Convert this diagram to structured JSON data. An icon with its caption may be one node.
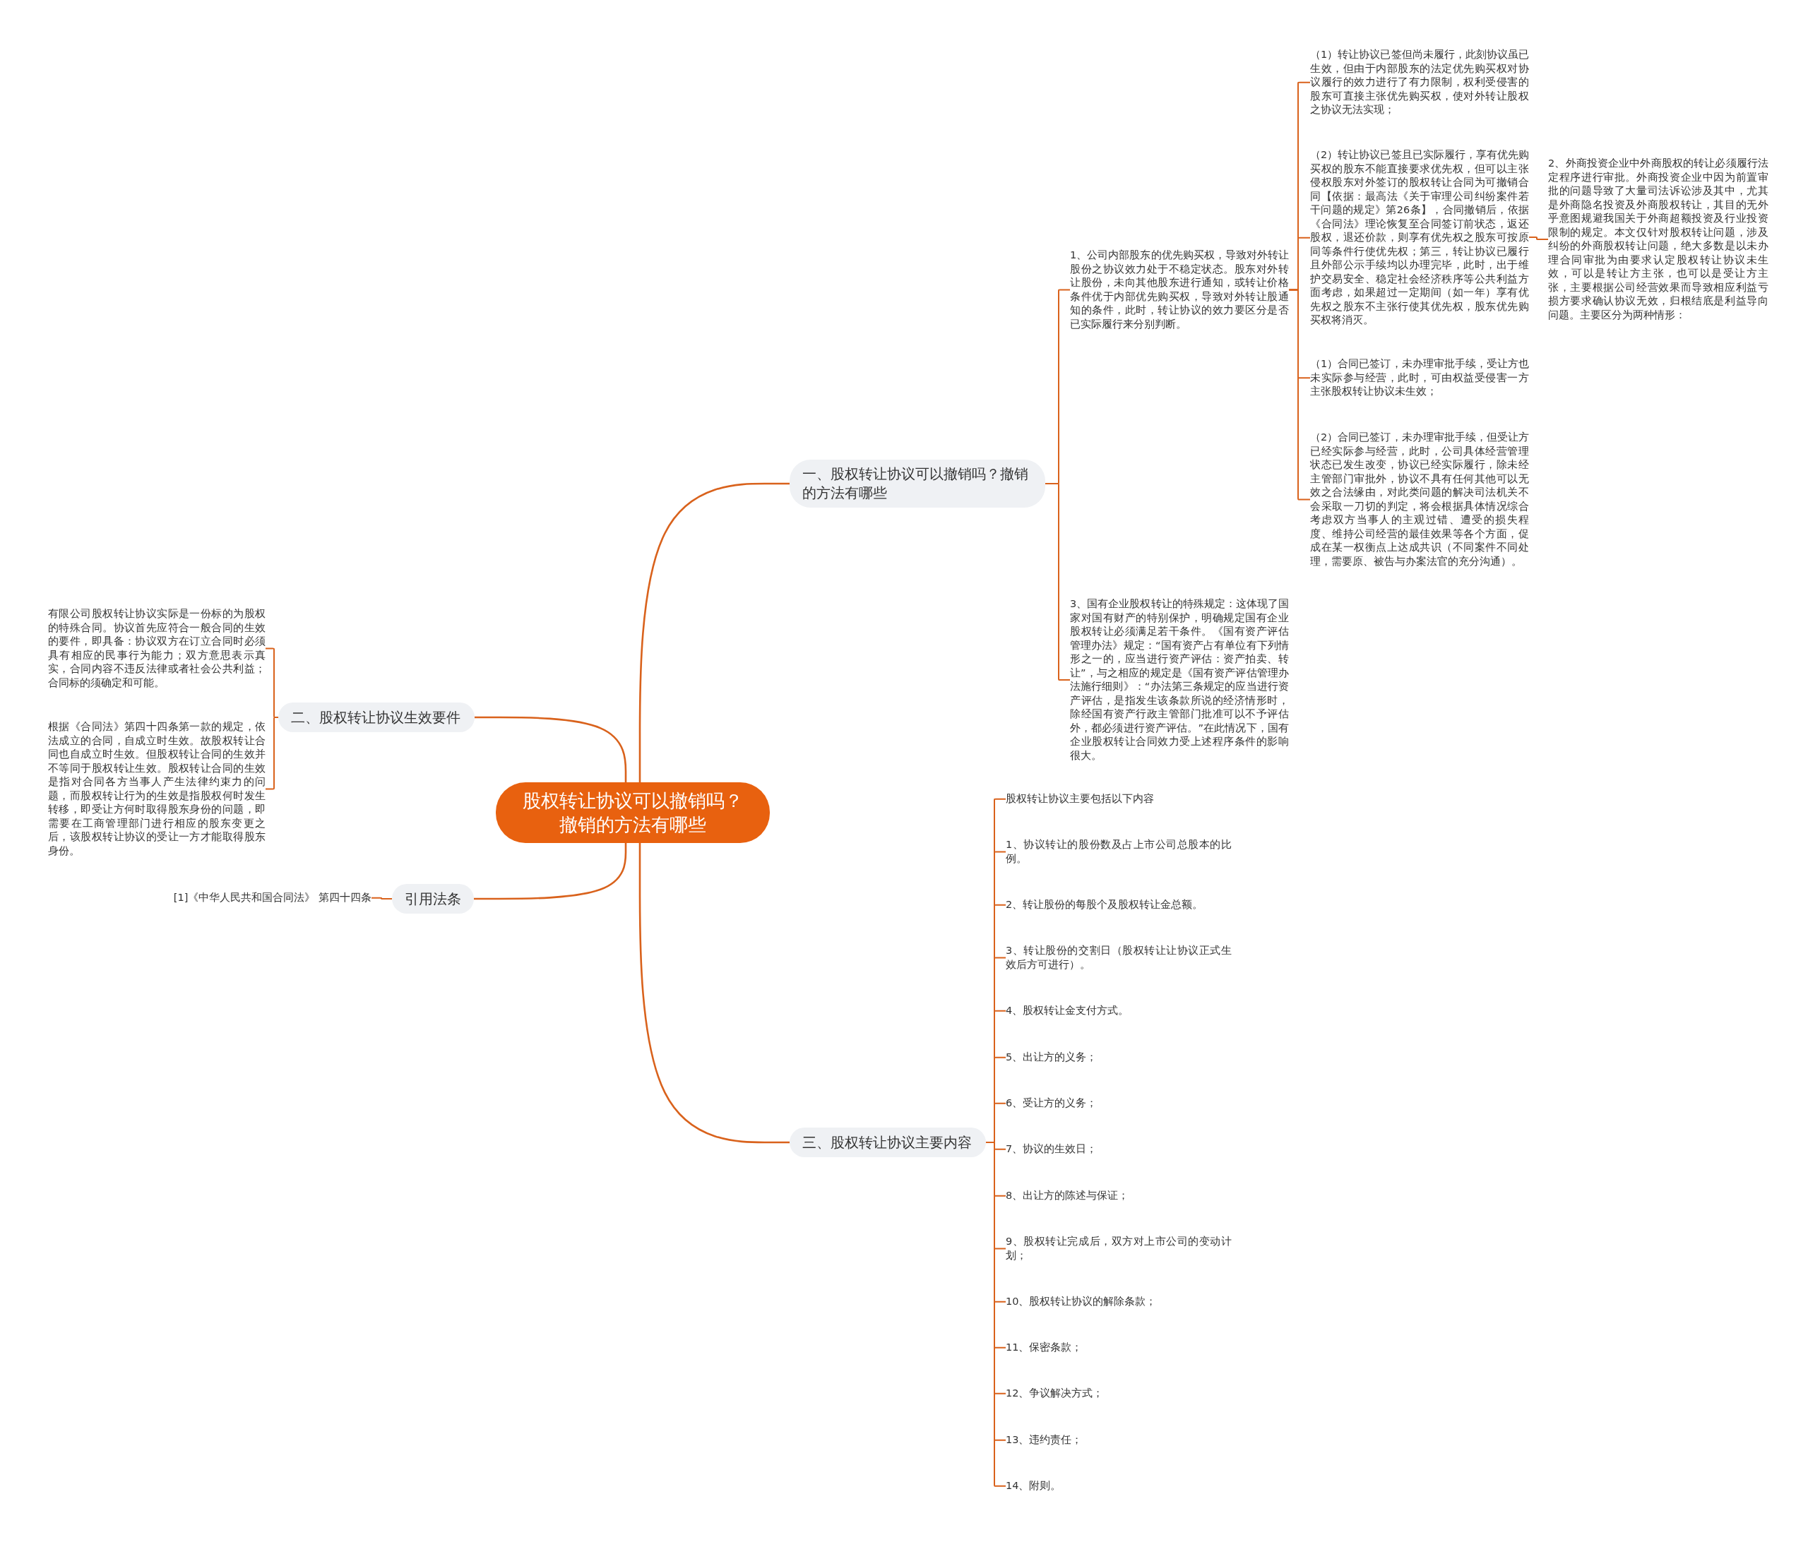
{
  "diagram": {
    "nodes": [
      {
        "text": [
          "股权转让协议可以撤销吗？撤销的方法有哪些"
        ]
      },
      {
        "text": [
          "一、股权转让协议可以撤销吗？撤销的方法有哪些"
        ]
      },
      {
        "text": [
          "1、公司内部股东的优先购买权，导致对外转让股份之协议效力处于不稳定状态。股东对外转让股份，未向其他股东进行通知，或转让价格条件优于内部优先购买权，导致对外转让股通知的条件，此时，转让协议的效力要区分是否已实际履行来分别判断。"
        ]
      },
      {
        "text": [
          "（1）转让协议已签但尚未履行，此刻协议虽已生效，但由于内部股东的法定优先购买权对协议履行的效力进行了有力限制，权利受侵害的股东可直接主张优先购买权，使对外转让股权之协议无法实现；"
        ]
      },
      {
        "text": [
          "（2）转让协议已签且已实际履行，享有优先购买权的股东不能直接要求优先权，但可以主张侵权股东对外签订的股权转让合同为可撤销合同【依据：最高法《关于审理公司纠纷案件若干问题的规定》第26条】，合同撤销后，依据《合同法》理论恢复至合同签订前状态，返还股权，退还价款，则享有优先权之股东可按原同等条件行使优先权；第三，转让协议已履行且外部公示手续均以办理完毕，此时，出于维护交易安全、稳定社会经济秩序等公共利益方面考虑，如果超过一定期间（如一年）享有优先权之股东不主张行使其优先权，股东优先购买权将消灭。"
        ]
      },
      {
        "text": [
          "2、外商投资企业中外商股权的转让必须履行法定程序进行审批。外商投资企业中因为前置审批的问题导致了大量司法诉讼涉及其中，尤其是外商隐名投资及外商股权转让，其目的无外乎意图规避我国关于外商超额投资及行业投资限制的规定。本文仅针对股权转让问题，涉及纠纷的外商股权转让问题，绝大多数是以未办理合同审批为由要求认定股权转让协议未生效，可以是转让方主张，也可以是受让方主张，主要根据公司经营效果而导致相应利益亏损方要求确认协议无效，归根结底是利益导向问题。主要区分为两种情形："
        ]
      },
      {
        "text": [
          "（1）合同已签订，未办理审批手续，受让方也未实际参与经营，此时，可由权益受侵害一方主张股权转让协议未生效；"
        ]
      },
      {
        "text": [
          "（2）合同已签订，未办理审批手续，但受让方已经实际参与经营，此时，公司具体经营管理状态已发生改变，协议已经实际履行，除未经主管部门审批外，协议不具有任何其他可以无效之合法缘由，对此类问题的解决司法机关不会采取一刀切的判定，将会根据具体情况综合考虑双方当事人的主观过错、遭受的损失程度、维持公司经营的最佳效果等各个方面，促成在某一权衡点上达成共识（不同案件不同处理，需要原、被告与办案法官的充分沟通）。"
        ]
      },
      {
        "text": [
          "3、国有企业股权转让的特殊规定：这体现了国家对国有财产的特别保护，明确规定国有企业股权转让必须满足若干条件。《国有资产评估管理办法》规定：“国有资产占有单位有下列情形之一的，应当进行资产评估：资产拍卖、转让”，与之相应的规定是《国有资产评估管理办法施行细则》：“办法第三条规定的应当进行资产评估，是指发生该条款所说的经济情形时，除经国有资产行政主管部门批准可以不予评估外，都必须进行资产评估。”在此情况下，国有企业股权转让合同效力受上述程序条件的影响很大。"
        ]
      },
      {
        "text": [
          "二、股权转让协议生效要件"
        ]
      },
      {
        "text": [
          "有限公司股权转让协议实际是一份标的为股权的特殊合同。协议首先应符合一般合同的生效的要件，即具备：协议双方在订立合同时必须具有相应的民事行为能力；双方意思表示真实，合同内容不违反法律或者社会公共利益；合同标的须确定和可能。"
        ]
      },
      {
        "text": [
          "根据《合同法》第四十四条第一款的规定，依法成立的合同，自成立时生效。故股权转让合同也自成立时生效。但股权转让合同的生效并不等同于股权转让生效。股权转让合同的生效是指对合同各方当事人产生法律约束力的问题，而股权转让行为的生效是指股权何时发生转移，即受让方何时取得股东身份的问题，即需要在工商管理部门进行相应的股东变更之后，该股权转让协议的受让一方才能取得股东身份。"
        ]
      },
      {
        "text": [
          "引用法条"
        ]
      },
      {
        "text": [
          "[1]《中华人民共和国合同法》 第四十四条"
        ]
      },
      {
        "text": [
          "三、股权转让协议主要内容"
        ]
      },
      {
        "text": [
          "股权转让协议主要包括以下内容"
        ]
      },
      {
        "text": [
          "1、协议转让的股份数及占上市公司总股本的比例。"
        ]
      },
      {
        "text": [
          "2、转让股份的每股个及股权转让金总额。"
        ]
      },
      {
        "text": [
          "3、转让股份的交割日（股权转让让协议正式生效后方可进行）。"
        ]
      },
      {
        "text": [
          "4、股权转让金支付方式。"
        ]
      },
      {
        "text": [
          "5、出让方的义务；"
        ]
      },
      {
        "text": [
          "6、受让方的义务；"
        ]
      },
      {
        "text": [
          "7、协议的生效日；"
        ]
      },
      {
        "text": [
          "8、出让方的陈述与保证；"
        ]
      },
      {
        "text": [
          "9、股权转让完成后，双方对上市公司的变动计划；"
        ]
      },
      {
        "text": [
          "10、股权转让协议的解除条款；"
        ]
      },
      {
        "text": [
          "11、保密条款；"
        ]
      },
      {
        "text": [
          "12、争议解决方式；"
        ]
      },
      {
        "text": [
          "13、违约责任；"
        ]
      },
      {
        "text": [
          "14、附则。"
        ]
      }
    ],
    "edges": [
      {
        "from": 0,
        "to": 1,
        "arrow": "none"
      },
      {
        "from": 1,
        "to": 2,
        "arrow": "none"
      },
      {
        "from": 2,
        "to": 3,
        "arrow": "none"
      },
      {
        "from": 2,
        "to": 4,
        "arrow": "none"
      },
      {
        "from": 4,
        "to": 5,
        "arrow": "none"
      },
      {
        "from": 2,
        "to": 6,
        "arrow": "none"
      },
      {
        "from": 2,
        "to": 7,
        "arrow": "none"
      },
      {
        "from": 1,
        "to": 8,
        "arrow": "none"
      },
      {
        "from": 0,
        "to": 9,
        "arrow": "none"
      },
      {
        "from": 9,
        "to": 10,
        "arrow": "none"
      },
      {
        "from": 9,
        "to": 11,
        "arrow": "none"
      },
      {
        "from": 0,
        "to": 12,
        "arrow": "none"
      },
      {
        "from": 12,
        "to": 13,
        "arrow": "none"
      },
      {
        "from": 0,
        "to": 14,
        "arrow": "none"
      },
      {
        "from": 14,
        "to": 15,
        "arrow": "none"
      },
      {
        "from": 14,
        "to": 16,
        "arrow": "none"
      },
      {
        "from": 14,
        "to": 17,
        "arrow": "none"
      },
      {
        "from": 14,
        "to": 18,
        "arrow": "none"
      },
      {
        "from": 14,
        "to": 19,
        "arrow": "none"
      },
      {
        "from": 14,
        "to": 20,
        "arrow": "none"
      },
      {
        "from": 14,
        "to": 21,
        "arrow": "none"
      },
      {
        "from": 14,
        "to": 22,
        "arrow": "none"
      },
      {
        "from": 14,
        "to": 23,
        "arrow": "none"
      },
      {
        "from": 14,
        "to": 24,
        "arrow": "none"
      },
      {
        "from": 14,
        "to": 25,
        "arrow": "none"
      },
      {
        "from": 14,
        "to": 26,
        "arrow": "none"
      },
      {
        "from": 14,
        "to": 27,
        "arrow": "none"
      },
      {
        "from": 14,
        "to": 28,
        "arrow": "none"
      },
      {
        "from": 14,
        "to": 29,
        "arrow": "none"
      }
    ]
  }
}
